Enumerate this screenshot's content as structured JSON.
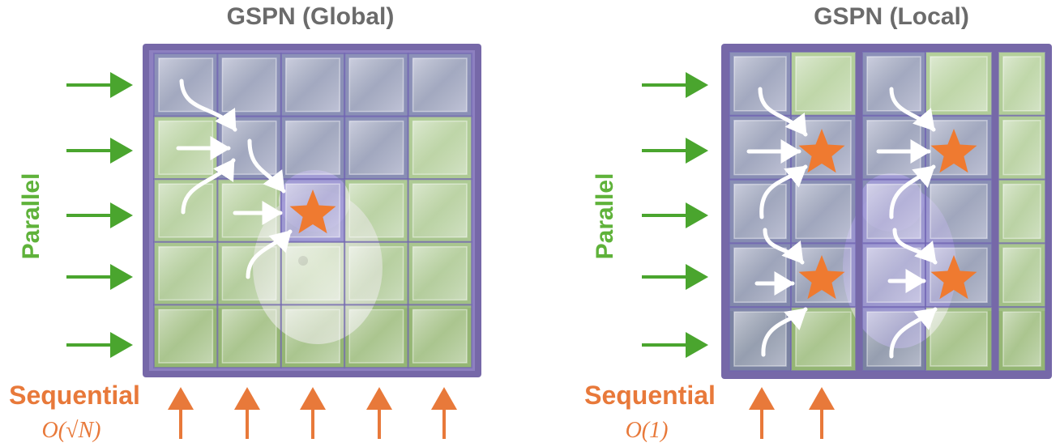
{
  "panels": {
    "global": {
      "title": "GSPN (Global)",
      "side_label": "Parallel",
      "bottom_label": "Sequential",
      "complexity": "O(√N)"
    },
    "local": {
      "title": "GSPN (Local)",
      "side_label": "Parallel",
      "bottom_label": "Sequential",
      "complexity": "O(1)"
    }
  },
  "colors": {
    "parallel_arrow": "#4aa52e",
    "sequential_arrow": "#e8793a",
    "star": "#ef7a30",
    "title_text": "#6b6b6b",
    "frame": "#7668a8",
    "highlight_cell": "#7b6fd0",
    "glass_cell": "#c9dcae"
  },
  "icons": [
    "star-icon",
    "white-curved-arrow-icon",
    "green-arrow-icon",
    "orange-arrow-icon"
  ]
}
